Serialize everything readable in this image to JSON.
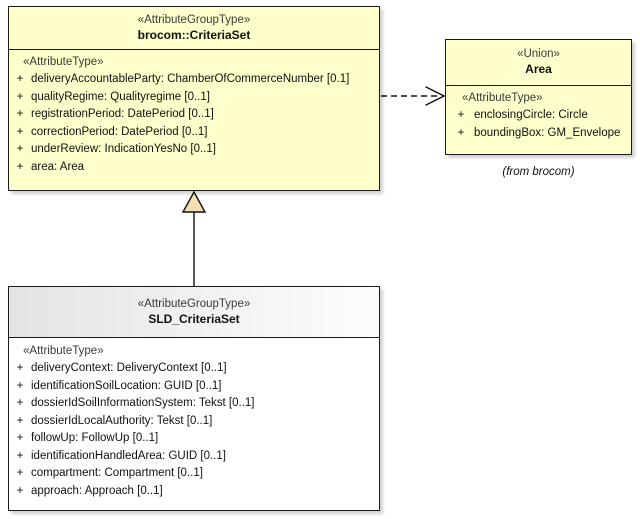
{
  "diagram": {
    "type": "uml-class-diagram",
    "background": "#ffffff",
    "colors": {
      "class_fill_yellow": "#ffffcc",
      "class_fill_white": "#ffffff",
      "header_gray": "#ededed",
      "border": "#1a1a1a",
      "generalization_triangle_fill": "#f5deb3",
      "text": "#111111",
      "stereotype_text": "#3a3a3a"
    }
  },
  "classes": [
    {
      "id": "criteriaset",
      "stereotype": "«AttributeGroupType»",
      "name": "brocom::CriteriaSet",
      "compartment_stereotype": "«AttributeType»",
      "attributes": [
        {
          "visibility": "+",
          "text": "deliveryAccountableParty: ChamberOfCommerceNumber [0.1]"
        },
        {
          "visibility": "+",
          "text": "qualityRegime: Qualityregime [0..1]"
        },
        {
          "visibility": "+",
          "text": "registrationPeriod: DatePeriod [0..1]"
        },
        {
          "visibility": "+",
          "text": "correctionPeriod: DatePeriod [0..1]"
        },
        {
          "visibility": "+",
          "text": "underReview: IndicationYesNo [0..1]"
        },
        {
          "visibility": "+",
          "text": "area: Area"
        }
      ]
    },
    {
      "id": "area",
      "stereotype": "«Union»",
      "name": "Area",
      "compartment_stereotype": "«AttributeType»",
      "from_package": "(from brocom)",
      "attributes": [
        {
          "visibility": "+",
          "text": "enclosingCircle: Circle"
        },
        {
          "visibility": "+",
          "text": "boundingBox: GM_Envelope"
        }
      ]
    },
    {
      "id": "sld_criteriaset",
      "stereotype": "«AttributeGroupType»",
      "name": "SLD_CriteriaSet",
      "compartment_stereotype": "«AttributeType»",
      "attributes": [
        {
          "visibility": "+",
          "text": "deliveryContext: DeliveryContext [0..1]"
        },
        {
          "visibility": "+",
          "text": "identificationSoilLocation: GUID [0..1]"
        },
        {
          "visibility": "+",
          "text": "dossierIdSoilInformationSystem: Tekst [0..1]"
        },
        {
          "visibility": "+",
          "text": "dossierIdLocalAuthority: Tekst [0..1]"
        },
        {
          "visibility": "+",
          "text": "followUp: FollowUp [0..1]"
        },
        {
          "visibility": "+",
          "text": "identificationHandledArea: GUID [0..1]"
        },
        {
          "visibility": "+",
          "text": "compartment: Compartment [0..1]"
        },
        {
          "visibility": "+",
          "text": "approach: Approach [0..1]"
        }
      ]
    }
  ],
  "relationships": [
    {
      "id": "dependency-criteriaset-area",
      "kind": "dependency",
      "line_style": "dashed",
      "arrowhead": "open",
      "source": "brocom::CriteriaSet",
      "target": "Area"
    },
    {
      "id": "generalization-sld-criteriaset",
      "kind": "generalization",
      "line_style": "solid",
      "arrowhead": "hollow-triangle",
      "source": "SLD_CriteriaSet",
      "target": "brocom::CriteriaSet"
    }
  ]
}
